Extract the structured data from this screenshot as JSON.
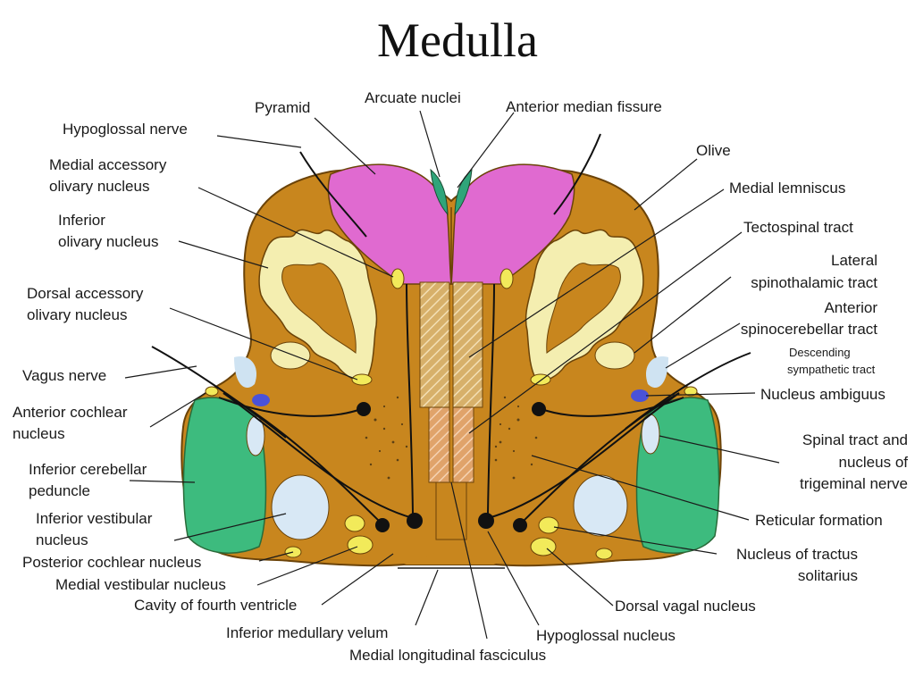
{
  "title": "Medulla",
  "labels": {
    "pyramid": "Pyramid",
    "arcuate_nuclei": "Arcuate nuclei",
    "anterior_median_fissure": "Anterior median fissure",
    "hypoglossal_nerve": "Hypoglossal nerve",
    "olive": "Olive",
    "medial_accessory_olivary_1": "Medial accessory",
    "medial_accessory_olivary_2": "olivary nucleus",
    "medial_lemniscus": "Medial lemniscus",
    "inferior_olivary_1": "Inferior",
    "inferior_olivary_2": "olivary nucleus",
    "tectospinal_tract": "Tectospinal tract",
    "lateral_spinothalamic_1": "Lateral",
    "lateral_spinothalamic_2": "spinothalamic tract",
    "dorsal_accessory_olivary_1": "Dorsal accessory",
    "dorsal_accessory_olivary_2": "olivary nucleus",
    "anterior_spinocerebellar_1": "Anterior",
    "anterior_spinocerebellar_2": "spinocerebellar tract",
    "descending_sympathetic_1": "Descending",
    "descending_sympathetic_2": "sympathetic tract",
    "vagus_nerve": "Vagus nerve",
    "nucleus_ambiguus": "Nucleus ambiguus",
    "anterior_cochlear_1": "Anterior cochlear",
    "anterior_cochlear_2": "nucleus",
    "spinal_trigeminal_1": "Spinal tract and",
    "spinal_trigeminal_2": "nucleus of",
    "spinal_trigeminal_3": "trigeminal nerve",
    "inferior_cerebellar_1": "Inferior cerebellar",
    "inferior_cerebellar_2": "peduncle",
    "inferior_vestibular_1": "Inferior vestibular",
    "inferior_vestibular_2": "nucleus",
    "reticular_formation": "Reticular formation",
    "posterior_cochlear": "Posterior cochlear nucleus",
    "tractus_solitarius_1": "Nucleus of tractus",
    "tractus_solitarius_2": "solitarius",
    "medial_vestibular": "Medial vestibular nucleus",
    "fourth_ventricle": "Cavity of fourth ventricle",
    "dorsal_vagal": "Dorsal vagal nucleus",
    "inferior_medullary_velum": "Inferior medullary velum",
    "hypoglossal_nucleus": "Hypoglossal nucleus",
    "medial_longitudinal_fasciculus": "Medial longitudinal fasciculus"
  },
  "colors": {
    "tissue": "#c8861e",
    "tissue_edge": "#6b4308",
    "pyramid": "#e06ad0",
    "arcuate": "#2fa57a",
    "cerebellar_peduncle": "#3dbb7e",
    "olivary": "#f4eeb0",
    "vestibular": "#d8e8f5",
    "ambiguus": "#4a52d8",
    "nucleus_yellow": "#f2ea5a",
    "line": "#1a1a1a"
  }
}
